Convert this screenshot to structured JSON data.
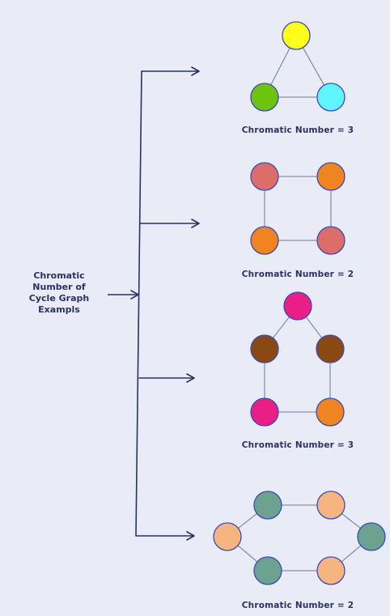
{
  "main_label": {
    "lines": [
      "Chromatic",
      "Number of",
      "Cycle Graph",
      "Exampls"
    ]
  },
  "graphs": [
    {
      "caption": "Chromatic Number = 3",
      "vertex_colors": [
        "#ffff1a",
        "#61f6ff",
        "#6ec30f"
      ]
    },
    {
      "caption": "Chromatic Number = 2",
      "vertex_colors": [
        "#dc6d68",
        "#f08322",
        "#dc6d68",
        "#f08322"
      ]
    },
    {
      "caption": "Chromatic Number = 3",
      "vertex_colors": [
        "#ea1f85",
        "#8a4812",
        "#f08322",
        "#ea1f85",
        "#8a4812"
      ]
    },
    {
      "caption": "Chromatic Number = 2",
      "vertex_colors": [
        "#6ea290",
        "#f6b580",
        "#6ea290",
        "#f6b580",
        "#6ea290",
        "#f6b580"
      ]
    }
  ],
  "colors": {
    "background": "#e9ebf7",
    "connector": "#2b3262",
    "edge": "#8a8fa6",
    "vertex_border": "#3a4bb8",
    "text": "#2b3262"
  }
}
